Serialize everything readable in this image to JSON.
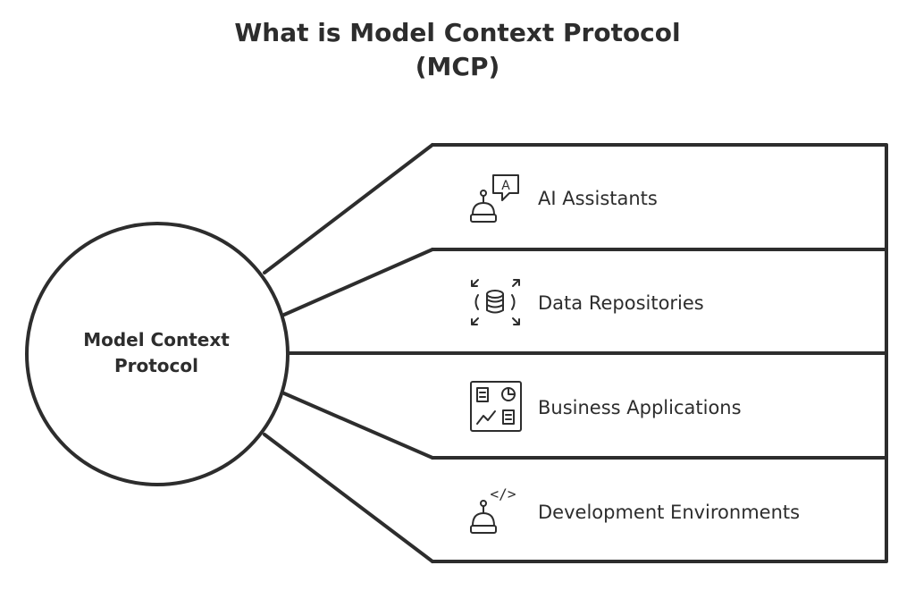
{
  "title": {
    "line1": "What is Model Context Protocol",
    "line2": "(MCP)"
  },
  "hub": {
    "line1": "Model Context",
    "line2": "Protocol"
  },
  "items": [
    {
      "label": "AI Assistants",
      "icon": "robot-chat-icon",
      "icon_letter": "A"
    },
    {
      "label": "Data Repositories",
      "icon": "database-expand-icon"
    },
    {
      "label": "Business Applications",
      "icon": "dashboard-icon"
    },
    {
      "label": "Development Environments",
      "icon": "robot-code-icon",
      "icon_code": "</>"
    }
  ],
  "colors": {
    "stroke": "#2d2d2d",
    "background": "#ffffff"
  }
}
